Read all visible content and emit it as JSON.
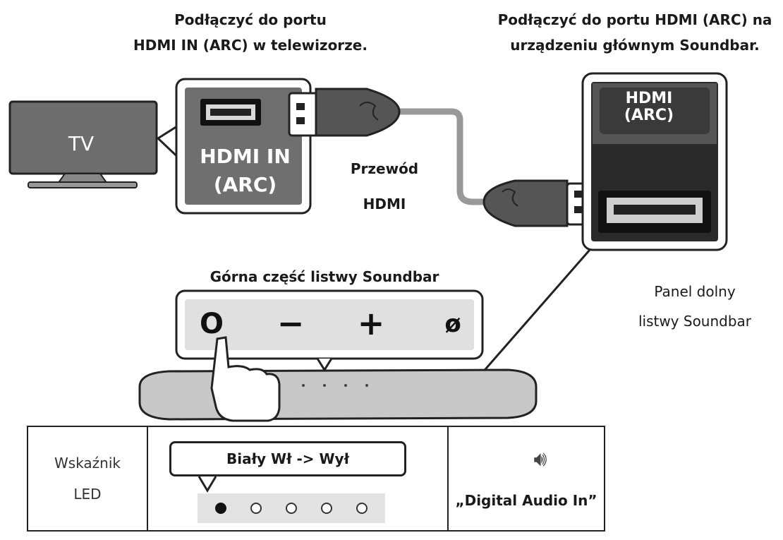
{
  "labels": {
    "tv_port_caption_line1": "Podłączyć do portu",
    "tv_port_caption_line2": "HDMI IN (ARC) w telewizorze.",
    "soundbar_port_caption_line1": "Podłączyć do portu HDMI (ARC) na",
    "soundbar_port_caption_line2": "urządzeniu głównym Soundbar.",
    "tv": "TV",
    "tv_port_line1": "HDMI IN",
    "tv_port_line2": "(ARC)",
    "soundbar_port_line1": "HDMI",
    "soundbar_port_line2": "(ARC)",
    "cable_line1": "Przewód",
    "cable_line2": "HDMI",
    "top_panel": "Górna część listwy Soundbar",
    "bottom_panel_line1": "Panel dolny",
    "bottom_panel_line2": "listwy Soundbar"
  },
  "buttons": {
    "power": "O",
    "volume_down": "−",
    "volume_up": "+",
    "mic": "ø"
  },
  "led_table": {
    "row_label_line1": "Wskaźnik",
    "row_label_line2": "LED",
    "bubble": "Biały Wł -> Wył",
    "leds": [
      true,
      false,
      false,
      false,
      false
    ],
    "speaker_icon": "speaker-icon",
    "status": "„Digital Audio In”"
  }
}
